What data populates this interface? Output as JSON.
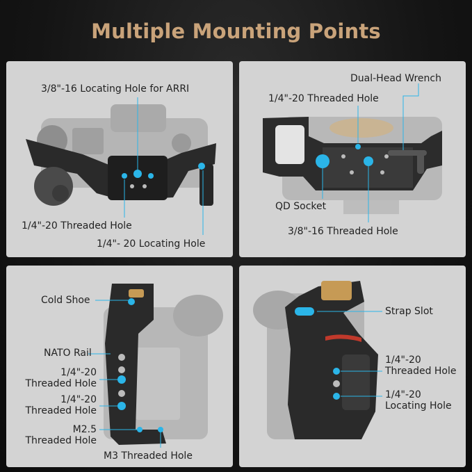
{
  "title": "Multiple Mounting Points",
  "panels": {
    "top_left": {
      "labels": {
        "arri_hole": "3/8\"-16 Locating Hole for ARRI",
        "threaded_hole": "1/4\"-20 Threaded Hole",
        "locating_hole": "1/4\"- 20 Locating Hole"
      }
    },
    "top_right": {
      "labels": {
        "wrench": "Dual-Head Wrench",
        "threaded_hole": "1/4\"-20 Threaded Hole",
        "qd_socket": "QD Socket",
        "threaded_38": "3/8\"-16 Threaded Hole"
      }
    },
    "bottom_left": {
      "labels": {
        "cold_shoe": "Cold Shoe",
        "nato_rail": "NATO Rail",
        "threaded_1_a": "1/4\"-20",
        "threaded_1_b": "Threaded Hole",
        "threaded_2_a": "1/4\"-20",
        "threaded_2_b": "Threaded Hole",
        "m25_a": "M2.5",
        "m25_b": "Threaded Hole",
        "m3": "M3  Threaded Hole"
      }
    },
    "bottom_right": {
      "labels": {
        "strap_slot": "Strap Slot",
        "threaded_a": "1/4\"-20",
        "threaded_b": "Threaded Hole",
        "locating_a": "1/4\"-20",
        "locating_b": "Locating Hole"
      }
    }
  },
  "colors": {
    "title": "#c9a37a",
    "panel_bg": "#d3d3d3",
    "accent": "#2bb5e8",
    "label": "#222222"
  }
}
